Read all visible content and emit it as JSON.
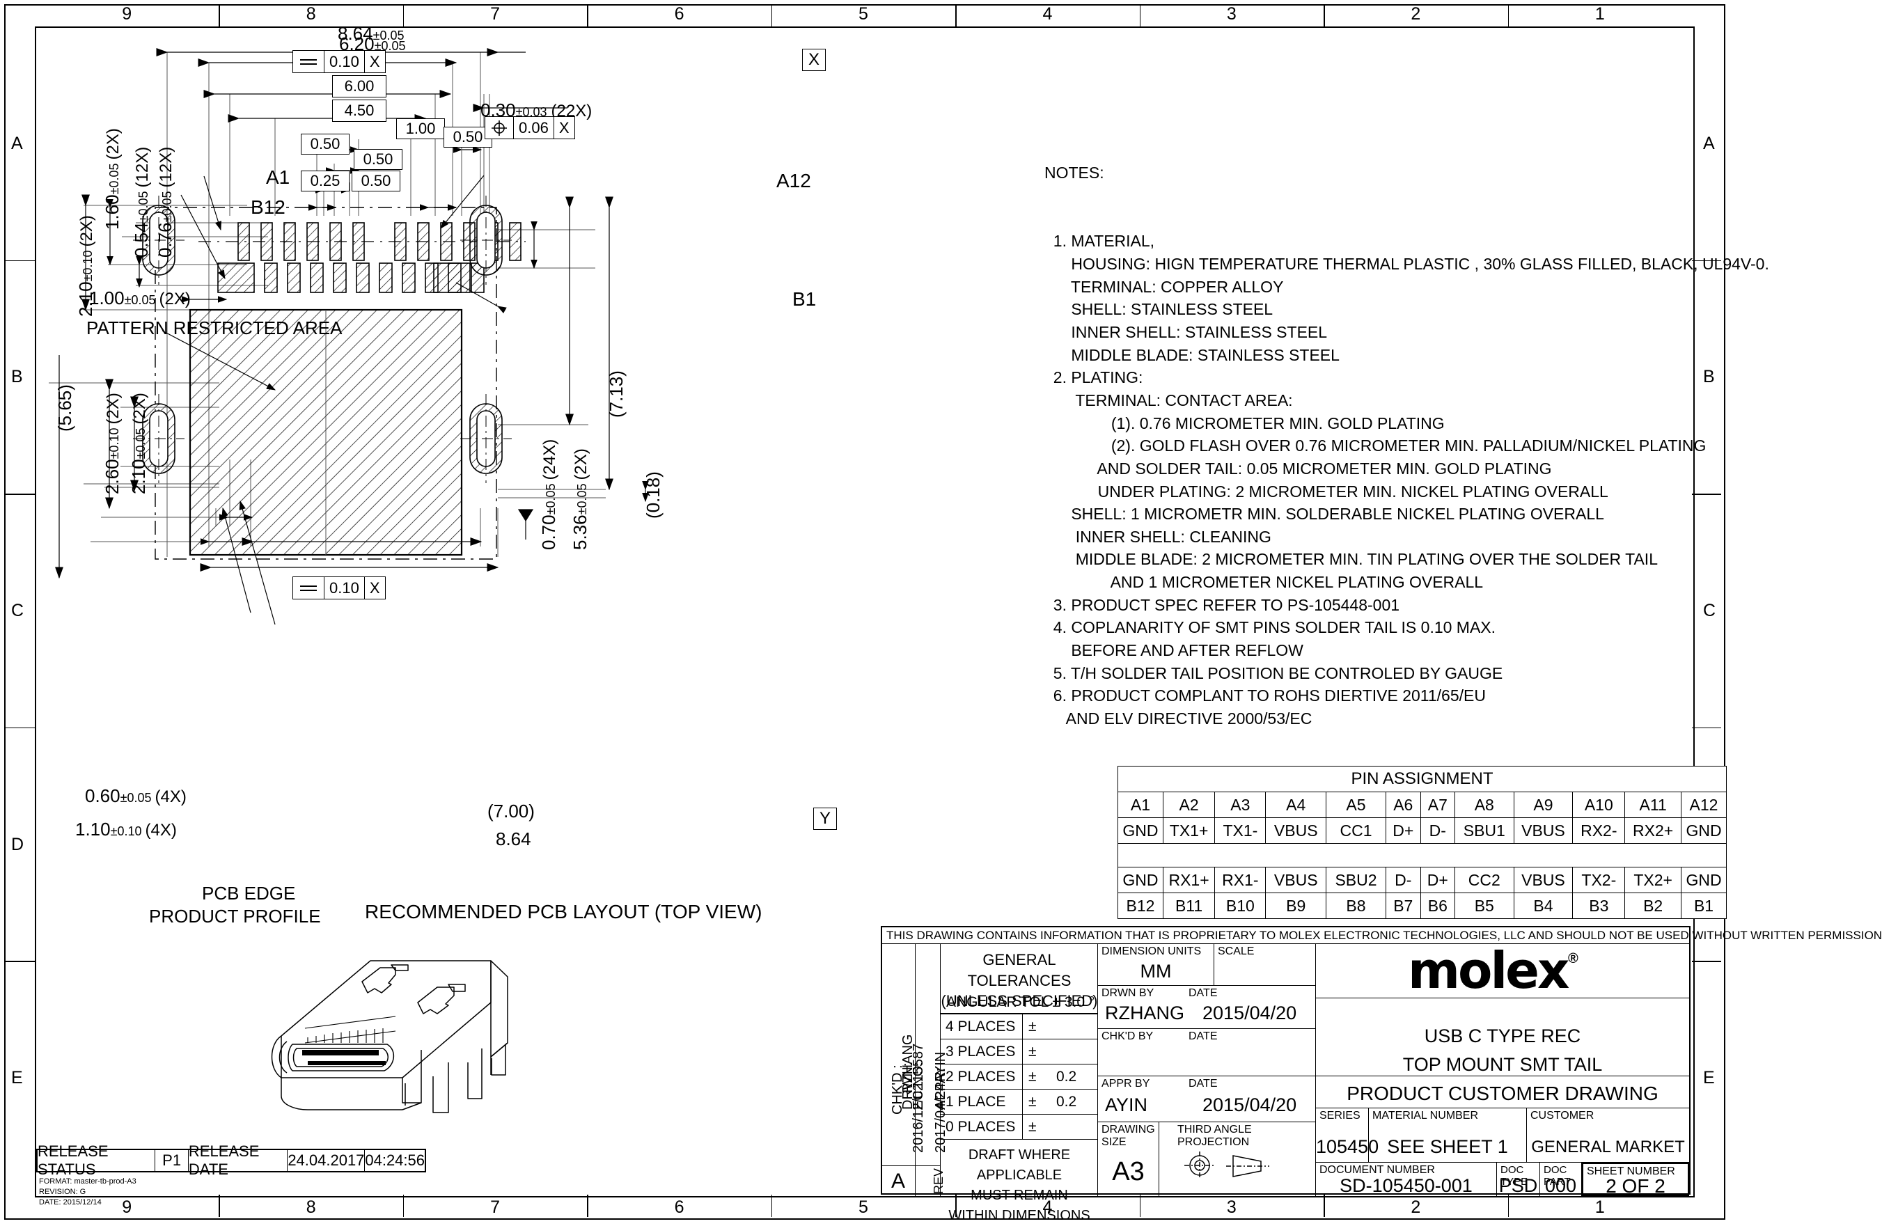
{
  "frame": {
    "zones_top": [
      "9",
      "8",
      "7",
      "6",
      "5",
      "4",
      "3",
      "2",
      "1"
    ],
    "zones_bottom": [
      "9",
      "8",
      "7",
      "6",
      "5",
      "4",
      "3",
      "2",
      "1"
    ],
    "zones_left": [
      "E",
      "D",
      "C",
      "B",
      "A"
    ],
    "zones_right": [
      "E",
      "D",
      "C",
      "B",
      "A"
    ]
  },
  "drawing": {
    "view_title": "RECOMMENDED PCB LAYOUT (TOP VIEW)",
    "labels": {
      "pattern_restricted": "PATTERN RESTRICTED\nAREA",
      "pcb_edge": "PCB EDGE",
      "product_profile": "PRODUCT PROFILE",
      "a1": "A1",
      "a12": "A12",
      "b12": "B12",
      "b1": "B1",
      "datum_x": "X",
      "datum_y": "Y"
    },
    "dimensions": {
      "top_8_64": "8.64",
      "top_8_64_tol": "±0.05",
      "top_6_20": "6.20",
      "top_6_20_tol": "±0.05",
      "top_6_00": "6.00",
      "top_4_50": "4.50",
      "top_1_00": "1.00",
      "top_0_50_a": "0.50",
      "top_0_50_b": "0.50",
      "top_0_50_c": "0.50",
      "top_0_50_d": "0.50",
      "top_0_25": "0.25",
      "pad_width": "0.30",
      "pad_width_tol": "±0.03",
      "pad_width_qty": "(22X)",
      "left_1_60": "1.60",
      "left_1_60_tol": "±0.05",
      "left_1_60_qty": "(2X)",
      "left_0_54": "0.54",
      "left_0_54_tol": "±0.05",
      "left_0_54_qty": "(12X)",
      "left_0_76": "0.76",
      "left_0_76_tol": "±0.05",
      "left_0_76_qty": "(12X)",
      "left_2_10_top": "2.10",
      "left_2_10_top_tol": "±0.10",
      "left_2_10_top_qty": "(2X)",
      "left_5_65": "(5.65)",
      "left_2_60": "2.60",
      "left_2_60_tol": "±0.10",
      "left_2_60_qty": "(2X)",
      "left_2_10_bot": "2.10",
      "left_2_10_bot_tol": "±0.05",
      "left_2_10_bot_qty": "(2X)",
      "left_1_00": "1.00",
      "left_1_00_tol": "±0.05",
      "left_1_00_qty": "(2X)",
      "bot_0_60": "0.60",
      "bot_0_60_tol": "±0.05",
      "bot_0_60_qty": "(4X)",
      "bot_1_10": "1.10",
      "bot_1_10_tol": "±0.10",
      "bot_1_10_qty": "(4X)",
      "bot_7_00": "(7.00)",
      "bot_8_64": "8.64",
      "right_0_70": "0.70",
      "right_0_70_tol": "±0.05",
      "right_0_70_qty": "(24X)",
      "right_5_36": "5.36",
      "right_5_36_tol": "±0.05",
      "right_5_36_qty": "(2X)",
      "right_7_13": "(7.13)",
      "right_0_18": "(0.18)"
    },
    "fcf": {
      "flat_top": {
        "sym": "flatness-symbol",
        "tol": "0.10",
        "datum": "X"
      },
      "pos": {
        "sym": "position-symbol",
        "tol": "0.06",
        "datum": "X"
      },
      "flat_bot": {
        "sym": "flatness-symbol",
        "tol": "0.10",
        "datum": "X"
      }
    }
  },
  "notes": {
    "title": "NOTES:",
    "lines": [
      "  1. MATERIAL,",
      "      HOUSING: HIGN TEMPERATURE THERMAL PLASTIC , 30% GLASS FILLED, BLACK, UL94V-0.",
      "      TERMINAL: COPPER ALLOY",
      "      SHELL: STAINLESS STEEL",
      "      INNER SHELL: STAINLESS STEEL",
      "      MIDDLE BLADE: STAINLESS STEEL",
      "  2. PLATING:",
      "       TERMINAL: CONTACT AREA:",
      "               (1). 0.76 MICROMETER MIN. GOLD PLATING",
      "               (2). GOLD FLASH OVER 0.76 MICROMETER MIN. PALLADIUM/NICKEL PLATING",
      "            AND SOLDER TAIL: 0.05 MICROMETER MIN. GOLD PLATING",
      "            UNDER PLATING: 2 MICROMETER MIN. NICKEL PLATING OVERALL",
      "      SHELL: 1 MICROMETR MIN. SOLDERABLE NICKEL PLATING OVERALL",
      "       INNER SHELL: CLEANING",
      "       MIDDLE BLADE: 2 MICROMETER MIN. TIN PLATING OVER THE SOLDER TAIL",
      "               AND 1 MICROMETER NICKEL PLATING OVERALL",
      "  3. PRODUCT SPEC REFER TO PS-105448-001",
      "  4. COPLANARITY OF SMT PINS SOLDER TAIL IS 0.10 MAX.",
      "      BEFORE AND AFTER REFLOW",
      "  5. T/H SOLDER TAIL POSITION BE CONTROLED BY GAUGE",
      "  6. PRODUCT COMPLANT TO ROHS DIERTIVE 2011/65/EU",
      "     AND ELV DIRECTIVE 2000/53/EC"
    ]
  },
  "pin_assignment": {
    "title": "PIN ASSIGNMENT",
    "row_a_pins": [
      "A1",
      "A2",
      "A3",
      "A4",
      "A5",
      "A6",
      "A7",
      "A8",
      "A9",
      "A10",
      "A11",
      "A12"
    ],
    "row_a_signals": [
      "GND",
      "TX1+",
      "TX1-",
      "VBUS",
      "CC1",
      "D+",
      "D-",
      "SBU1",
      "VBUS",
      "RX2-",
      "RX2+",
      "GND"
    ],
    "row_b_signals": [
      "GND",
      "RX1+",
      "RX1-",
      "VBUS",
      "SBU2",
      "D-",
      "D+",
      "CC2",
      "VBUS",
      "TX2-",
      "TX2+",
      "GND"
    ],
    "row_b_pins": [
      "B12",
      "B11",
      "B10",
      "B9",
      "B8",
      "B7",
      "B6",
      "B5",
      "B4",
      "B3",
      "B2",
      "B1"
    ]
  },
  "title_block": {
    "proprietary": "THIS DRAWING CONTAINS INFORMATION THAT IS PROPRIETARY TO MOLEX ELECTRONIC TECHNOLOGIES, LLC AND SHOULD NOT BE USED WITHOUT WRITTEN PERMISSION",
    "ec_no_label": "EC NO:",
    "ec_no": "115587",
    "drwn_label": "DRWN:",
    "drwn": "RZHANG",
    "chkd_label": "CHK'D :",
    "chkd": "",
    "appr_label": "APPR:",
    "appr": "AYIN",
    "date1": "2016/12/02",
    "date2": "2017/04/24",
    "rev_label": "REV",
    "rev": "A",
    "tolerances": {
      "heading1": "GENERAL",
      "heading2": "TOLERANCES",
      "heading3": "(UNLESS SPECIFIED)",
      "angular": "ANGULAR TOL ±   3.0   °",
      "rows": [
        {
          "places": "4 PLACES",
          "pm": "±",
          "val": ""
        },
        {
          "places": "3 PLACES",
          "pm": "±",
          "val": ""
        },
        {
          "places": "2 PLACES",
          "pm": "±",
          "val": "0.2"
        },
        {
          "places": "1 PLACE",
          "pm": "±",
          "val": "0.2"
        },
        {
          "places": "0 PLACES",
          "pm": "±",
          "val": ""
        }
      ],
      "draft1": "DRAFT WHERE APPLICABLE",
      "draft2": "MUST REMAIN",
      "draft3": "WITHIN DIMENSIONS"
    },
    "dimension_units_label": "DIMENSION UNITS",
    "dimension_units": "MM",
    "scale_label": "SCALE",
    "scale": "",
    "drwn_by_label": "DRWN BY",
    "drwn_by": "RZHANG",
    "drwn_date_label": "DATE",
    "drwn_date": "2015/04/20",
    "chkd_by_label": "CHK'D BY",
    "chkd_by": "",
    "chkd_date_label": "DATE",
    "chkd_date": "",
    "appr_by_label": "APPR BY",
    "appr_by": "AYIN",
    "appr_date_label": "DATE",
    "appr_date": "2015/04/20",
    "drawing_size_label": "DRAWING SIZE",
    "drawing_size": "A3",
    "projection_label": "THIRD ANGLE PROJECTION",
    "logo": "molex",
    "logo_reg": "®",
    "product_line1": "USB C TYPE REC",
    "product_line2": "TOP MOUNT SMT TAIL",
    "doc_title": "PRODUCT CUSTOMER DRAWING",
    "series_label": "SERIES",
    "series": "105450",
    "material_number_label": "MATERIAL NUMBER",
    "material_number": "SEE SHEET 1",
    "customer_label": "CUSTOMER",
    "customer": "GENERAL MARKET",
    "document_number_label": "DOCUMENT NUMBER",
    "document_number": "SD-105450-001",
    "doc_type_label": "DOC TYPE",
    "doc_type": "PSD",
    "doc_part_label": "DOC PART",
    "doc_part": "000",
    "sheet_number_label": "SHEET NUMBER",
    "sheet_number": "2 OF 2"
  },
  "release": {
    "status_label": "RELEASE STATUS",
    "status": "P1",
    "date_label": "RELEASE DATE",
    "date": "24.04.2017",
    "time": "04:24:56"
  },
  "format_stamp": {
    "l1": "FORMAT: master-tb-prod-A3",
    "l2": "REVISION: G",
    "l3": "DATE: 2015/12/14"
  }
}
